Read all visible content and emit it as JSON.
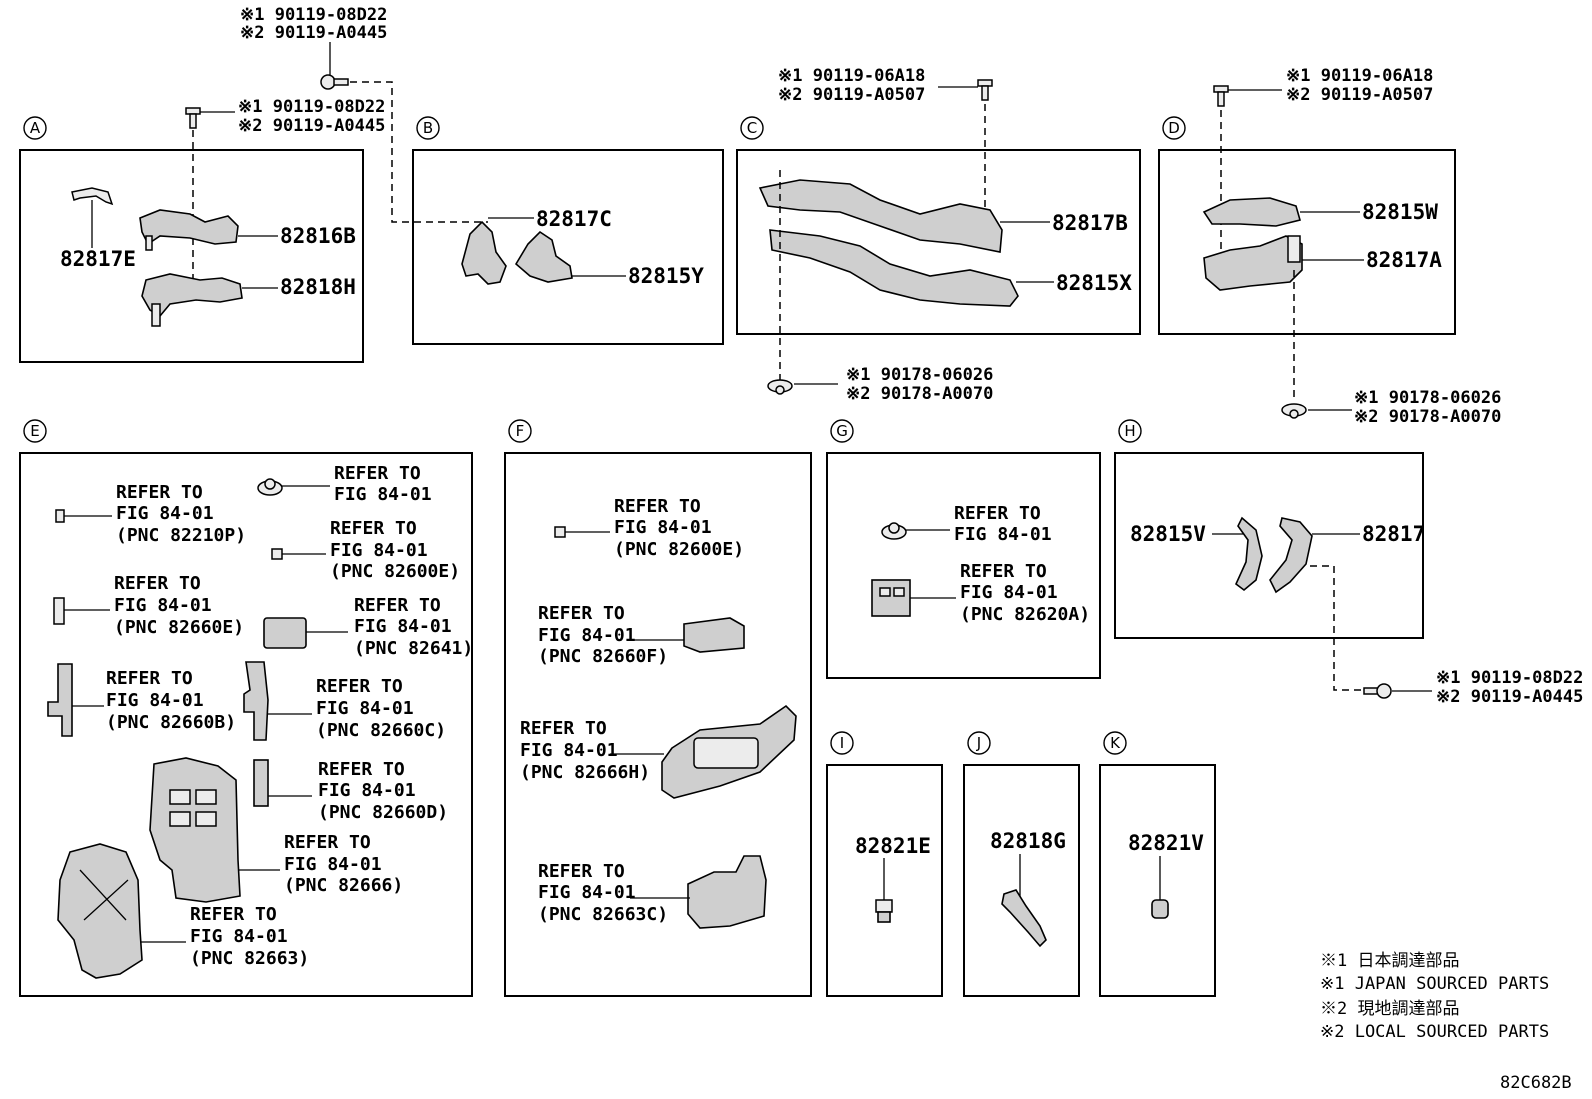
{
  "sections": {
    "A": "A",
    "B": "B",
    "C": "C",
    "D": "D",
    "E": "E",
    "F": "F",
    "G": "G",
    "H": "H",
    "I": "I",
    "J": "J",
    "K": "K"
  },
  "fasteners": {
    "top_b": {
      "l1": "※1 90119-08D22",
      "l2": "※2 90119-A0445"
    },
    "a_bolt": {
      "l1": "※1 90119-08D22",
      "l2": "※2 90119-A0445"
    },
    "c_bolt": {
      "l1": "※1 90119-06A18",
      "l2": "※2 90119-A0507"
    },
    "d_bolt": {
      "l1": "※1 90119-06A18",
      "l2": "※2 90119-A0507"
    },
    "c_clip": {
      "l1": "※1 90178-06026",
      "l2": "※2 90178-A0070"
    },
    "d_clip": {
      "l1": "※1 90178-06026",
      "l2": "※2 90178-A0070"
    },
    "h_bolt": {
      "l1": "※1 90119-08D22",
      "l2": "※2 90119-A0445"
    }
  },
  "parts": {
    "p82817E": "82817E",
    "p82816B": "82816B",
    "p82818H": "82818H",
    "p82817C": "82817C",
    "p82815Y": "82815Y",
    "p82817B": "82817B",
    "p82815X": "82815X",
    "p82815W": "82815W",
    "p82817A": "82817A",
    "p82815V": "82815V",
    "p82817": "82817",
    "p82821E": "82821E",
    "p82818G": "82818G",
    "p82821V": "82821V"
  },
  "refer": {
    "refer_to": "REFER TO",
    "fig": "FIG 84-01",
    "pnc_82210P": "(PNC 82210P)",
    "pnc_82600E": "(PNC 82600E)",
    "pnc_82660E": "(PNC 82660E)",
    "pnc_82641": "(PNC 82641)",
    "pnc_82660B": "(PNC 82660B)",
    "pnc_82660C": "(PNC 82660C)",
    "pnc_82660D": "(PNC 82660D)",
    "pnc_82666": "(PNC 82666)",
    "pnc_82663": "(PNC 82663)",
    "pnc_82660F": "(PNC 82660F)",
    "pnc_82666H": "(PNC 82666H)",
    "pnc_82663C": "(PNC 82663C)",
    "pnc_82620A": "(PNC 82620A)"
  },
  "legend": {
    "l1": "※1 日本調達部品",
    "l2": "※1 JAPAN SOURCED PARTS",
    "l3": "※2 現地調達部品",
    "l4": "※2 LOCAL SOURCED PARTS"
  },
  "figure_code": "82C682B"
}
